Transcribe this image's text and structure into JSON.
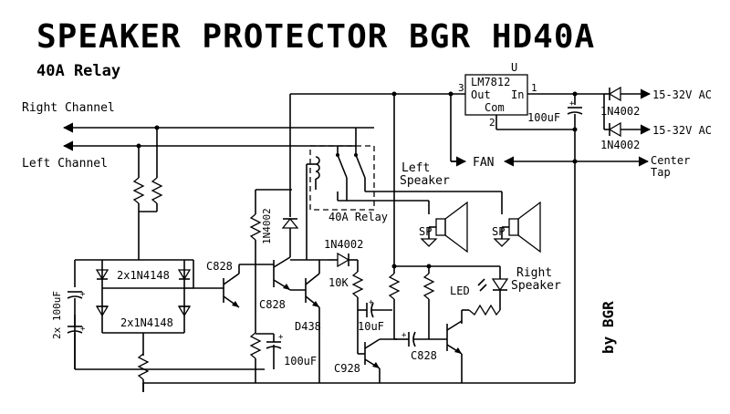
{
  "title": "SPEAKER PROTECTOR BGR HD40A",
  "subtitle": "40A Relay",
  "author": "by BGR",
  "labels": {
    "right_channel": "Right Channel",
    "left_channel": "Left Channel",
    "regulator_u": "U",
    "regulator_part": "LM7812",
    "pin_out": "Out",
    "pin_in": "In",
    "pin_com": "Com",
    "pin_1": "1",
    "pin_2": "2",
    "pin_3": "3",
    "cap_100uf_top": "100uF",
    "diode_top1": "1N4002",
    "diode_top2": "1N4002",
    "ac_in1": "15-32V AC",
    "ac_in2": "15-32V AC",
    "fan": "FAN",
    "center": "Center",
    "tap": "Tap",
    "left_speaker_1": "Left",
    "left_speaker_2": "Speaker",
    "relay": "40A Relay",
    "sp_left": "SP",
    "sp_right": "SP",
    "right_speaker_1": "Right",
    "right_speaker_2": "Speaker",
    "led": "LED",
    "diode_mid": "1N4002",
    "diode_vert": "1N4002",
    "res_10k": "10K",
    "cap_10uf": "10uF",
    "c828_a": "C828",
    "c828_b": "C828",
    "c828_c": "C828",
    "d438": "D438",
    "c928": "C928",
    "cap_100uf_bottom": "100uF",
    "cap_2x100uf": "2x 100uF",
    "bridge_top": "2x1N4148",
    "bridge_bottom": "2x1N4148",
    "plus": "+"
  }
}
